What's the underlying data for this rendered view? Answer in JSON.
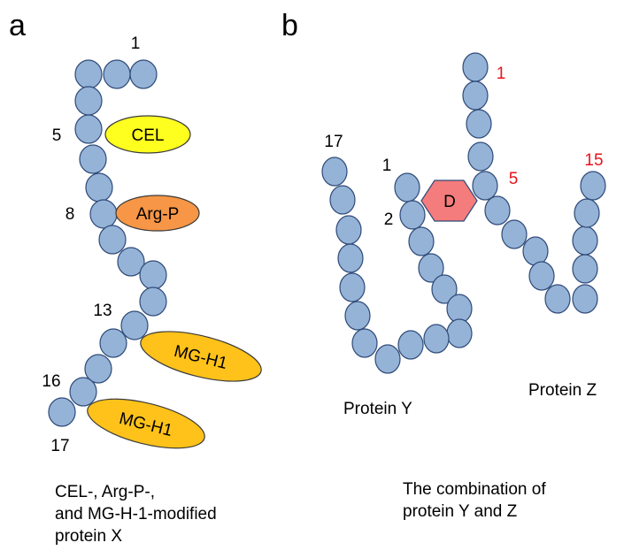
{
  "panel_a": {
    "letter": "a",
    "labels": {
      "n1": "1",
      "n5": "5",
      "n8": "8",
      "n13": "13",
      "n16": "16",
      "n17": "17"
    },
    "modifications": {
      "cel": "CEL",
      "argp": "Arg-P",
      "mgh1_top": "MG-H1",
      "mgh1_bottom": "MG-H1"
    },
    "caption": [
      "CEL-, Arg-P-,",
      "and MG-H-1-modified",
      "protein X"
    ]
  },
  "panel_b": {
    "letter": "b",
    "labels": {
      "y17": "17",
      "y1": "1",
      "y2": "2",
      "z1": "1",
      "z5": "5",
      "z15": "15"
    },
    "crosslink": "D",
    "protein_y": "Protein Y",
    "protein_z": "Protein Z",
    "caption": [
      "The combination of",
      "protein Y and Z"
    ]
  },
  "colors": {
    "residue": "#95b3d7",
    "residue_stroke": "#2f4a78",
    "cel": "#ffff1f",
    "argp": "#f79646",
    "mgh1": "#ffc21a",
    "crosslink": "#f47c7c",
    "red_label": "#e8141c",
    "text": "#000000"
  }
}
